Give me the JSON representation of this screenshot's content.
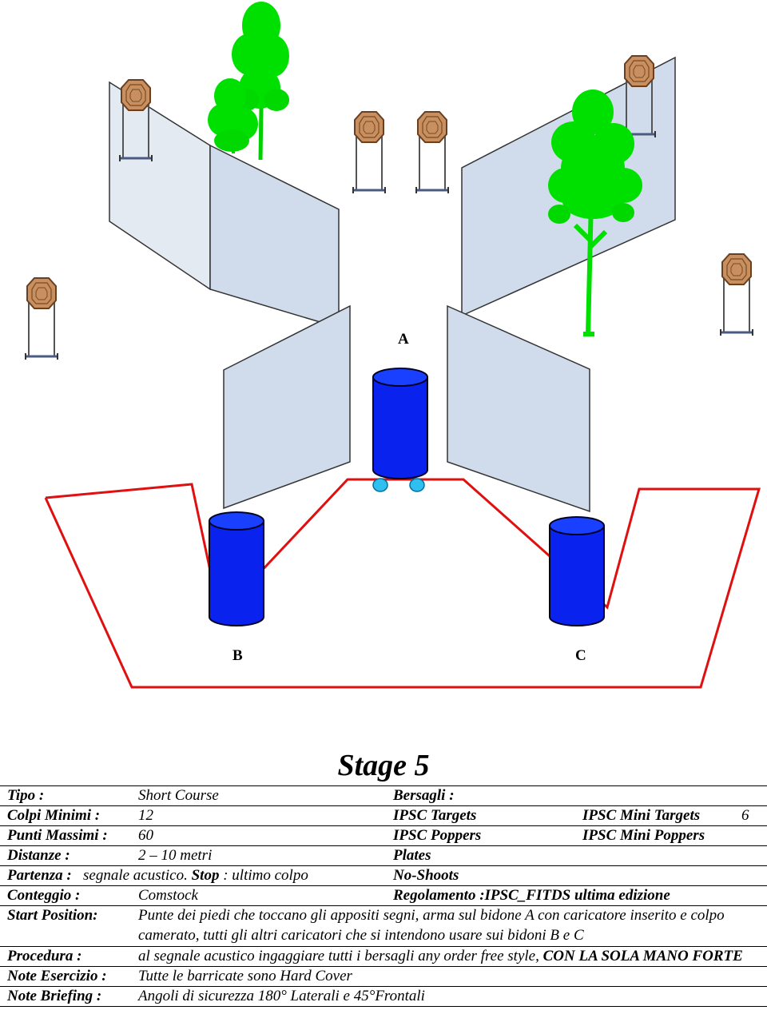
{
  "diagram": {
    "label_a": "A",
    "label_b": "B",
    "label_c": "C"
  },
  "title": "Stage 5",
  "rows": {
    "tipo": {
      "label": "Tipo :",
      "value": "Short Course",
      "col3": "Bersagli :"
    },
    "colpi": {
      "label": "Colpi Minimi :",
      "value": "12",
      "col3": "IPSC Targets",
      "col4": "IPSC Mini Targets",
      "col5": "6"
    },
    "punti": {
      "label": "Punti Massimi :",
      "value": "60",
      "col3": "IPSC Poppers",
      "col4": "IPSC Mini Poppers"
    },
    "distanze": {
      "label": "Distanze :",
      "value": "2 – 10 metri",
      "col3": "Plates"
    },
    "partenza": {
      "label": "Partenza :",
      "value1": "segnale acustico.",
      "stop": "Stop",
      "value2": ": ultimo colpo",
      "col3": "No-Shoots"
    },
    "conteggio": {
      "label": "Conteggio :",
      "value": "Comstock",
      "col3": "Regolamento :IPSC_FITDS ultima edizione"
    },
    "start": {
      "label": "Start Position:",
      "value": "Punte dei piedi che toccano gli appositi segni, arma sul bidone A con caricatore inserito e colpo camerato, tutti gli altri caricatori che si intendono usare sui bidoni B e C"
    },
    "procedura": {
      "label": "Procedura :",
      "value": "al segnale acustico ingaggiare tutti i bersagli any order free style,",
      "value_bold": "CON LA SOLA MANO FORTE"
    },
    "esercizio": {
      "label": "Note Esercizio :",
      "value": "Tutte le barricate sono Hard Cover"
    },
    "briefing": {
      "label": "Note Briefing :",
      "value": "Angoli di sicurezza 180° Laterali e 45°Frontali"
    }
  },
  "colors": {
    "wall_fill": "#d6e0ee",
    "wall_stroke": "#333333",
    "tree": "#00e000",
    "barrel": "#0a22ee",
    "target": "#c89060",
    "fault_line": "#e01010",
    "foot_mark": "#30c0f0"
  }
}
